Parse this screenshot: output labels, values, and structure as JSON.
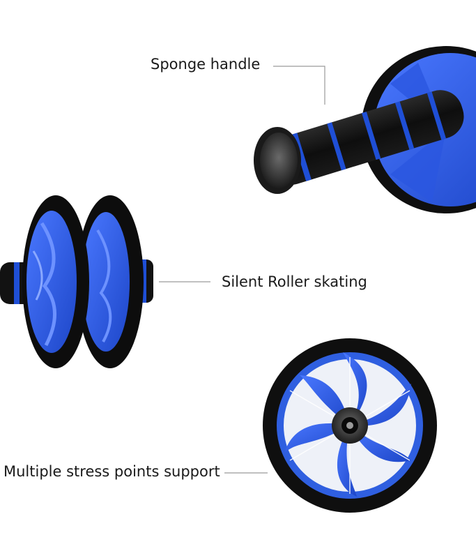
{
  "labels": {
    "sponge_handle": "Sponge handle",
    "silent_roller": "Silent Roller skating",
    "stress_points": "Multiple stress points support"
  },
  "colors": {
    "background": "#ffffff",
    "wheel_blue": "#2f5fe0",
    "tire_black": "#111111",
    "foam_black": "#141414",
    "stripe_blue": "#1f4fd6",
    "leader_line": "#9a9a9a"
  },
  "icons": [
    "sponge-handle-photo",
    "double-wheel-photo",
    "wheel-front-photo"
  ]
}
